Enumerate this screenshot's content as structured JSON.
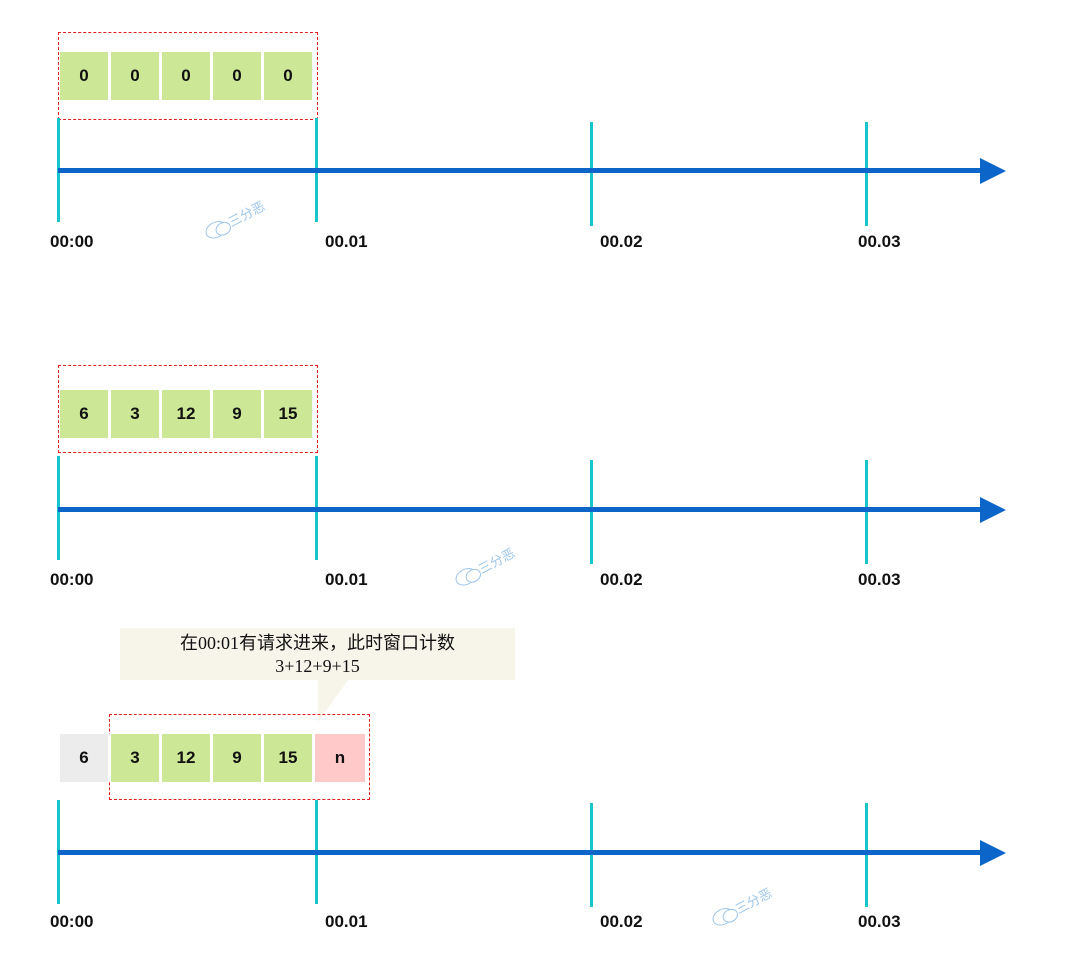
{
  "panels": [
    {
      "cells": [
        {
          "value": "0",
          "style": "green"
        },
        {
          "value": "0",
          "style": "green"
        },
        {
          "value": "0",
          "style": "green"
        },
        {
          "value": "0",
          "style": "green"
        },
        {
          "value": "0",
          "style": "green"
        }
      ],
      "ticks": [
        "00:00",
        "00.01",
        "00.02",
        "00.03"
      ],
      "watermark": "三分恶"
    },
    {
      "cells": [
        {
          "value": "6",
          "style": "green"
        },
        {
          "value": "3",
          "style": "green"
        },
        {
          "value": "12",
          "style": "green"
        },
        {
          "value": "9",
          "style": "green"
        },
        {
          "value": "15",
          "style": "green"
        }
      ],
      "ticks": [
        "00:00",
        "00.01",
        "00.02",
        "00.03"
      ],
      "watermark": "三分恶"
    },
    {
      "callout_line1": "在00:01有请求进来，此时窗口计数",
      "callout_line2": "3+12+9+15",
      "cells": [
        {
          "value": "6",
          "style": "gray"
        },
        {
          "value": "3",
          "style": "green"
        },
        {
          "value": "12",
          "style": "green"
        },
        {
          "value": "9",
          "style": "green"
        },
        {
          "value": "15",
          "style": "green"
        },
        {
          "value": "n",
          "style": "pink"
        }
      ],
      "ticks": [
        "00:00",
        "00.01",
        "00.02",
        "00.03"
      ],
      "watermark": "三分恶"
    }
  ],
  "colors": {
    "cell_green": "#cce896",
    "cell_gray": "#ececec",
    "cell_pink": "#ffc9c9",
    "axis": "#0c65c8",
    "tick": "#19c5cc",
    "window_border": "#e02020"
  }
}
